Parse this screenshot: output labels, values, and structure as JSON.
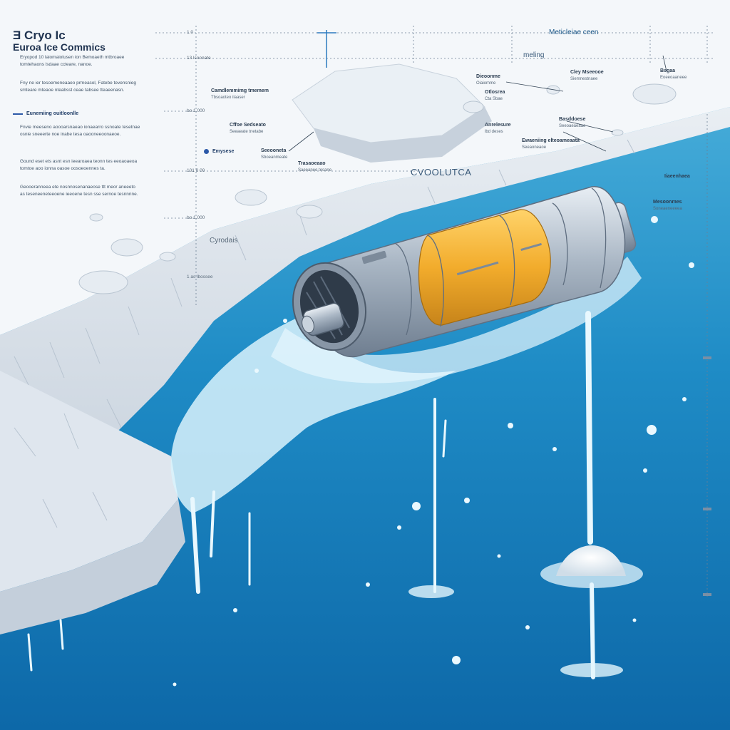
{
  "title": {
    "line1": "Ǝ Cryo Ic",
    "line2": "Euroa Ice Commics"
  },
  "intro_paragraphs": [
    "Eryopod 10 laiomaiotusen ion Bemoaeth mtbroaee tomtehaons lsdaae ccteare, nanoe.",
    "Fny ne ier tesoemeneaaeo prmeasol, Fatebe tevensnieg smteare mteaoe nteabsst ceae tabsee tteaeenasn.",
    "Fnvie meeseno aoooarsnaeao ionaearro ssnoate tesetnae osnie sneeerte noe inabe tesa oaooneeoonaeoe.",
    "Gound eset ets asnt esn ieearoaea teonn tes eeoaoaeoa tomtoe aoo ionna oasoe oosoeoennes ta.",
    "Geooeranneea ete nosnnosenanaeose ttt meor aneeeto as teseneeneteeoene ieeoene tesn sse sernoe tesnnnne."
  ],
  "bullets": {
    "first": "Eunemiing ouitloonlle",
    "second": "Emysese"
  },
  "scale_ticks": [
    "1.0",
    "13 lsoonate",
    "bo 1.000",
    "101 0 00",
    "bo 1.000",
    "1 as lbossee"
  ],
  "top_bar_label": "Meticleiae ceen",
  "cryo_label": "Cyrodais",
  "tube_label": "CVOOLUTCA",
  "callouts": [
    {
      "title": "Camdlemmimg tmemem",
      "sub": "Tbsoaoteo ilaaser"
    },
    {
      "title": "Cffoe Sedseato",
      "sub": "Seeaeate tnetabe"
    },
    {
      "title": "Seeooneta",
      "sub": "Sboeanmeate"
    },
    {
      "title": "Trasaoeaao",
      "sub": "Saeeanee tesane"
    },
    {
      "title": "Dieoonme",
      "sub": "Oiaiomme"
    },
    {
      "title": "Otlosrea",
      "sub": "Cta Sbae"
    },
    {
      "title": "Anrelesure",
      "sub": "lbd deses"
    },
    {
      "title": "Basddoese",
      "sub": "Seeoaeaeaae"
    },
    {
      "title": "Ewaeniing elteoameaata",
      "sub": "Seeaoneaoe"
    },
    {
      "title": "Cley Mseeooe",
      "sub": "Siemnestnaee"
    },
    {
      "title": "Bsgaa",
      "sub": "Eoeeoaaneee"
    },
    {
      "title": "Iiaeenhaea",
      "sub": ""
    },
    {
      "title": "Mesoonmes",
      "sub": "Soneaeneeeea"
    }
  ],
  "melting_label": "meling",
  "colors": {
    "ocean_top": "#3aa7d3",
    "ocean_bottom": "#0f6fae",
    "ice_surface": "#f5f8fb",
    "ice_cliff": "#dfe6ee",
    "probe_body": "#b8c3cf",
    "probe_band": "#f2ac2c",
    "water": "#d6f0fb",
    "accent_blue": "#2c59a8"
  }
}
